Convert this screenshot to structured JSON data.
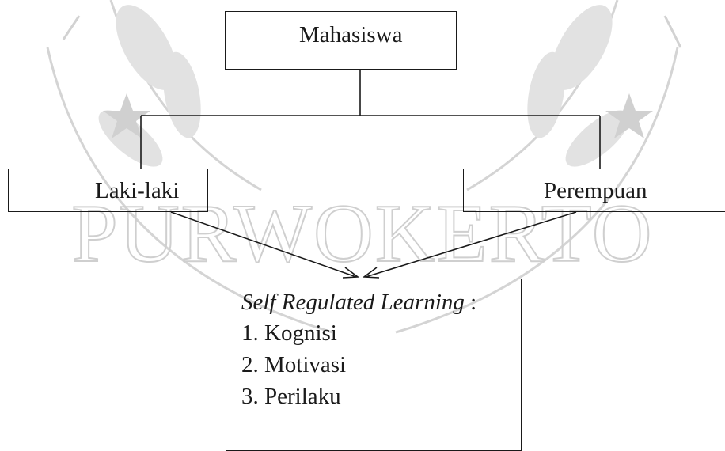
{
  "root": {
    "label": "Mahasiswa"
  },
  "branches": [
    {
      "label": "Laki-laki"
    },
    {
      "label": "Perempuan"
    }
  ],
  "target": {
    "title": "Self Regulated Learning",
    "title_suffix": " :",
    "items": [
      "1. Kognisi",
      "2. Motivasi",
      "3. Perilaku"
    ]
  },
  "watermark": {
    "text": "PURWOKERTO",
    "color": "#c8c8c8"
  }
}
